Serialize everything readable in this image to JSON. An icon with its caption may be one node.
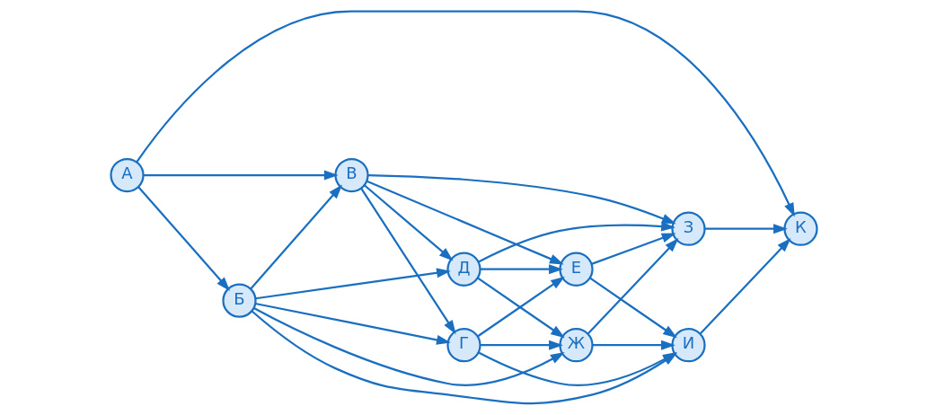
{
  "diagram": {
    "nodes": [
      {
        "text": [
          "А"
        ]
      },
      {
        "text": [
          "Б"
        ]
      },
      {
        "text": [
          "В"
        ]
      },
      {
        "text": [
          "Г"
        ]
      },
      {
        "text": [
          "Д"
        ]
      },
      {
        "text": [
          "Е"
        ]
      },
      {
        "text": [
          "Ж"
        ]
      },
      {
        "text": [
          "З"
        ]
      },
      {
        "text": [
          "И"
        ]
      },
      {
        "text": [
          "К"
        ]
      }
    ],
    "edges": [
      {
        "from": 0,
        "to": 1,
        "arrow": "to"
      },
      {
        "from": 0,
        "to": 2,
        "arrow": "to"
      },
      {
        "from": 0,
        "to": 9,
        "arrow": "to"
      },
      {
        "from": 1,
        "to": 3,
        "arrow": "to"
      },
      {
        "from": 1,
        "to": 2,
        "arrow": "to"
      },
      {
        "from": 1,
        "to": 4,
        "arrow": "to"
      },
      {
        "from": 1,
        "to": 6,
        "arrow": "to"
      },
      {
        "from": 1,
        "to": 8,
        "arrow": "to"
      },
      {
        "from": 2,
        "to": 3,
        "arrow": "to"
      },
      {
        "from": 2,
        "to": 5,
        "arrow": "to"
      },
      {
        "from": 2,
        "to": 7,
        "arrow": "to"
      },
      {
        "from": 2,
        "to": 4,
        "arrow": "to"
      },
      {
        "from": 3,
        "to": 5,
        "arrow": "to"
      },
      {
        "from": 3,
        "to": 6,
        "arrow": "to"
      },
      {
        "from": 3,
        "to": 8,
        "arrow": "to"
      },
      {
        "from": 4,
        "to": 5,
        "arrow": "to"
      },
      {
        "from": 4,
        "to": 7,
        "arrow": "to"
      },
      {
        "from": 4,
        "to": 6,
        "arrow": "to"
      },
      {
        "from": 5,
        "to": 7,
        "arrow": "to"
      },
      {
        "from": 5,
        "to": 8,
        "arrow": "to"
      },
      {
        "from": 6,
        "to": 7,
        "arrow": "to"
      },
      {
        "from": 6,
        "to": 8,
        "arrow": "to"
      },
      {
        "from": 7,
        "to": 9,
        "arrow": "to"
      },
      {
        "from": 8,
        "to": 9,
        "arrow": "to"
      }
    ]
  }
}
